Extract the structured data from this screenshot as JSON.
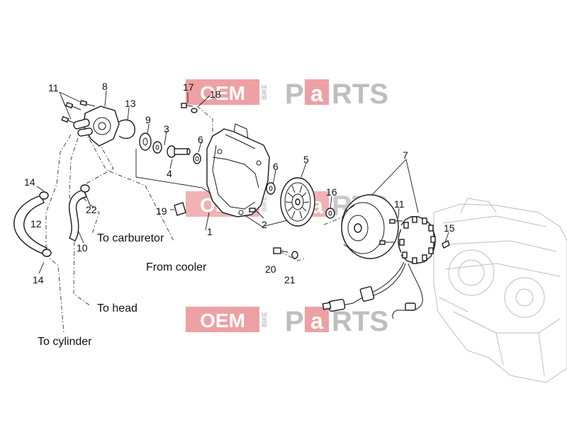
{
  "watermark": {
    "left": "OEM",
    "middle": "BIKE",
    "right_a": "P",
    "right_b": "a",
    "right_c": "RTS",
    "colors": {
      "red": "#e0565a",
      "grey": "#8a8a8a"
    }
  },
  "callouts": {
    "n1": "1",
    "n2": "2",
    "n3": "3",
    "n4": "4",
    "n5": "5",
    "n6a": "6",
    "n6b": "6",
    "n7": "7",
    "n8": "8",
    "n9": "9",
    "n10": "10",
    "n11a": "11",
    "n11b": "11",
    "n12": "12",
    "n13": "13",
    "n14a": "14",
    "n14b": "14",
    "n15": "15",
    "n16": "16",
    "n17": "17",
    "n18": "18",
    "n19": "19",
    "n20": "20",
    "n21": "21",
    "n22": "22"
  },
  "notes": {
    "to_carburetor": "To carburetor",
    "from_cooler": "From cooler",
    "to_head": "To head",
    "to_cylinder": "To cylinder"
  },
  "icons": [
    "bolt-icon",
    "washer-icon",
    "hose-icon",
    "clamp-icon",
    "flywheel-icon",
    "stator-icon",
    "fan-icon",
    "crankcase-icon"
  ]
}
